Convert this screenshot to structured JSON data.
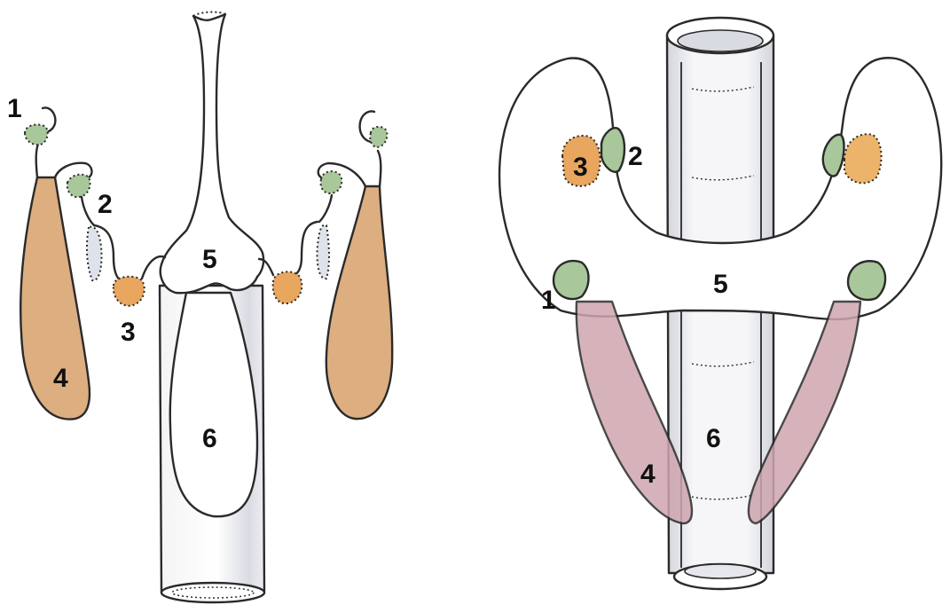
{
  "colors": {
    "background": "#ffffff",
    "outline": "#2a2a2a",
    "green_part": "#a8c79a",
    "orange_part": "#e8a65e",
    "orange_part_light": "#ecb46a",
    "tan_part": "#dcae80",
    "pink_part": "#cfa6b0",
    "grey_part": "#dfe2ea",
    "tube_shade": "#dcdde3"
  },
  "left_figure": {
    "labels": {
      "n1": "1",
      "n2": "2",
      "n3": "3",
      "n4": "4",
      "n5": "5",
      "n6": "6"
    }
  },
  "right_figure": {
    "labels": {
      "n1": "1",
      "n2": "2",
      "n3": "3",
      "n4": "4",
      "n5": "5",
      "n6": "6"
    }
  }
}
